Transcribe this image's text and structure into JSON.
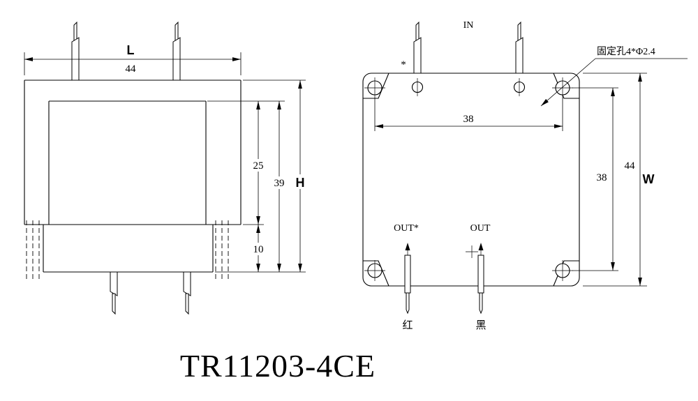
{
  "title": "TR11203-4CE",
  "left_view": {
    "dim_l_label": "L",
    "dim_width": "44",
    "dim_upper": "25",
    "dim_total": "39",
    "dim_h_label": "H",
    "dim_lower": "10"
  },
  "right_view": {
    "in_label": "IN",
    "star_label": "*",
    "hole_note": "固定孔4*Φ2.4",
    "dim_hole_span_h": "38",
    "dim_hole_span_v": "38",
    "dim_height": "44",
    "dim_w_label": "W",
    "out_star_label": "OUT*",
    "out_label": "OUT",
    "red_label": "红",
    "black_label": "黑"
  }
}
